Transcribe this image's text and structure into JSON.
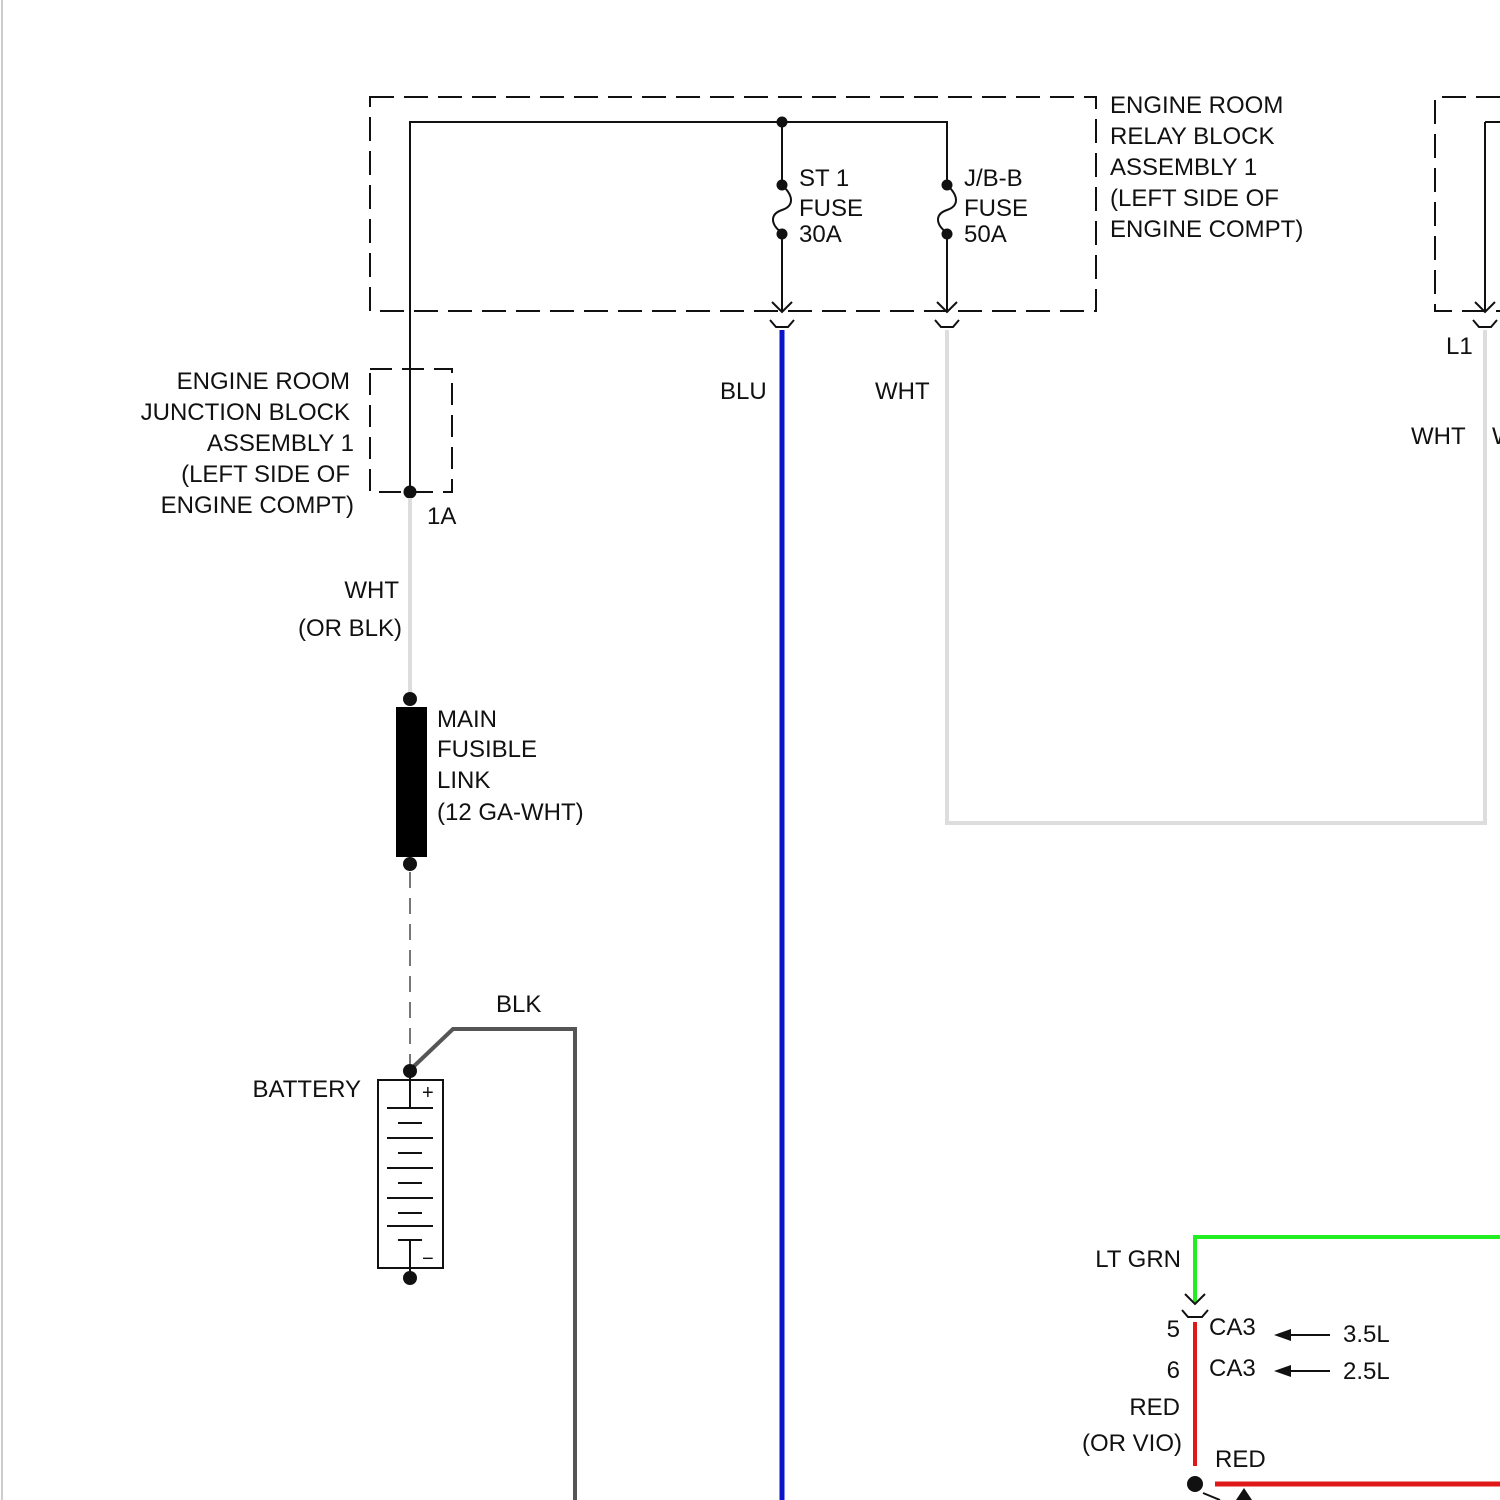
{
  "relay_block": {
    "name_lines": [
      "ENGINE ROOM",
      "RELAY BLOCK",
      "ASSEMBLY 1",
      "(LEFT SIDE OF",
      "ENGINE COMPT)"
    ]
  },
  "junction_block": {
    "name_lines": [
      "ENGINE ROOM",
      "JUNCTION BLOCK",
      "ASSEMBLY 1",
      "(LEFT SIDE OF",
      "ENGINE COMPT)"
    ],
    "pin": "1A"
  },
  "fuses": [
    {
      "lines": [
        "ST 1",
        "FUSE",
        "30A"
      ]
    },
    {
      "lines": [
        "J/B-B",
        "FUSE",
        "50A"
      ]
    }
  ],
  "right_connector": {
    "pin": "L1"
  },
  "fusible_link": {
    "lines": [
      "MAIN",
      "FUSIBLE",
      "LINK",
      "(12 GA-WHT)"
    ]
  },
  "battery": {
    "label": "BATTERY",
    "plus": "+",
    "minus": "−"
  },
  "wire_labels": {
    "blu": "BLU",
    "wht_mid": "WHT",
    "wht_right": "WHT",
    "wht_right_cut": "W",
    "wht_left": "WHT",
    "or_blk": "(OR BLK)",
    "blk": "BLK",
    "lt_grn": "LT GRN",
    "red": "RED",
    "or_vio": "(OR VIO)",
    "red_bottom": "RED"
  },
  "ca3_connector": {
    "pins": [
      {
        "pin": "5",
        "name": "CA3",
        "variant": "3.5L"
      },
      {
        "pin": "6",
        "name": "CA3",
        "variant": "2.5L"
      }
    ]
  },
  "colors": {
    "blu": "#0a14c8",
    "wht": "#dddddd",
    "blk": "#555555",
    "lt_grn": "#22ee22",
    "red": "#e01818",
    "line": "#111111"
  }
}
